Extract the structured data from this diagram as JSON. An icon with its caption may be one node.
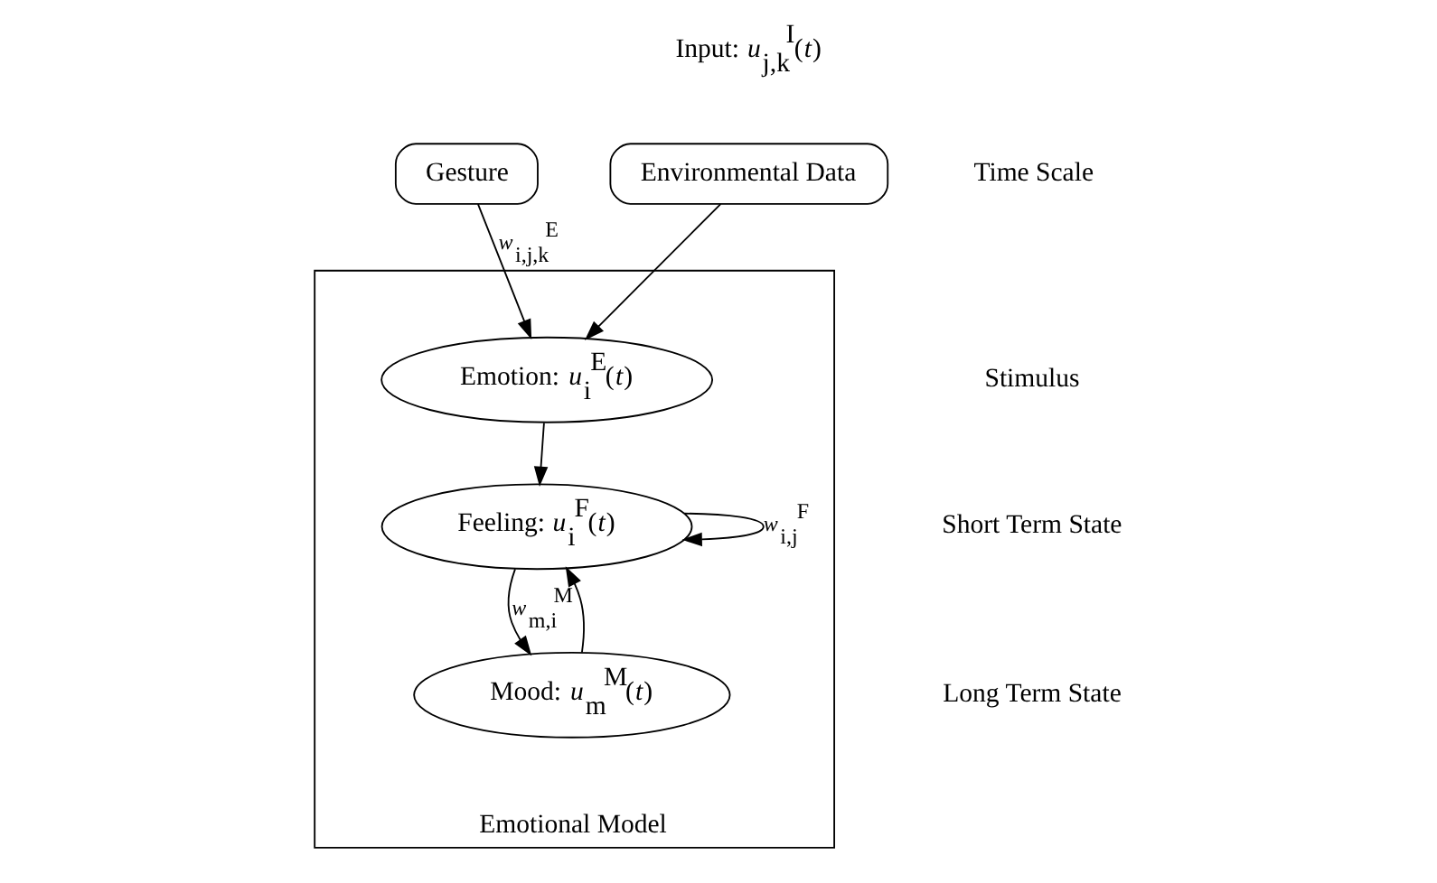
{
  "diagram": {
    "nodes": [
      {
        "text": [
          "Emotional Model"
        ]
      },
      {
        "text": [
          "Gesture"
        ]
      },
      {
        "text": [
          "Environmental Data"
        ]
      },
      {
        "text": [
          "Emotion: *u*$_{i}$$^{E}$(*t*)"
        ],
        "in": 0
      },
      {
        "text": [
          "Feeling: *u*$_{i}$$^{F}$(*t*)"
        ],
        "in": 0
      },
      {
        "text": [
          "Mood: *u*$_{m}$$^{M}$(*t*)"
        ],
        "in": 0
      }
    ],
    "edges": [
      {
        "from": 1,
        "to": 3,
        "arrow": "to",
        "label": "*w*$_{i,j,k}$$^{E}$"
      },
      {
        "from": 2,
        "to": 3,
        "arrow": "to"
      },
      {
        "from": 3,
        "to": 4,
        "arrow": "to"
      },
      {
        "from": 4,
        "to": 4,
        "arrow": "to",
        "label": "*w*$_{i,j}$$^{F}$"
      },
      {
        "from": 4,
        "to": 5,
        "arrow": "to",
        "label": "*w*$_{m,i}$$^{M}$"
      },
      {
        "from": 5,
        "to": 4,
        "arrow": "to"
      }
    ],
    "labels": [
      "Input: *u*$_{j,k}$$^{I}$(*t*)",
      "Time Scale",
      "Stimulus",
      "Short Term State",
      "Long Term State"
    ]
  }
}
